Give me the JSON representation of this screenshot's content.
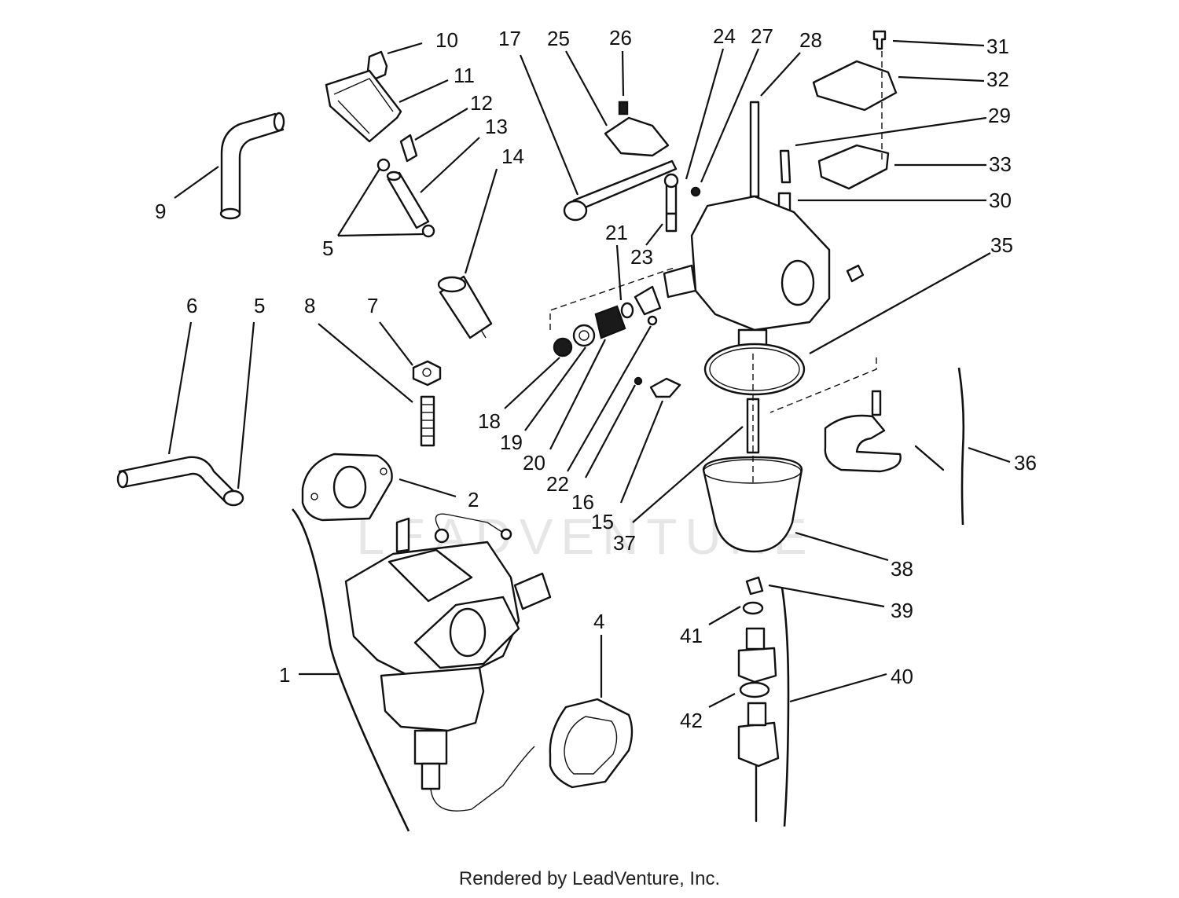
{
  "watermark": "LEADVENTURE",
  "footer": "Rendered by LeadVenture, Inc.",
  "callouts": {
    "c1": "1",
    "c2": "2",
    "c4": "4",
    "c5a": "5",
    "c5b": "5",
    "c6": "6",
    "c7": "7",
    "c8": "8",
    "c9": "9",
    "c10": "10",
    "c11": "11",
    "c12": "12",
    "c13": "13",
    "c14": "14",
    "c15": "15",
    "c16": "16",
    "c17": "17",
    "c18": "18",
    "c19": "19",
    "c20": "20",
    "c21": "21",
    "c22": "22",
    "c23": "23",
    "c24": "24",
    "c25": "25",
    "c26": "26",
    "c27": "27",
    "c28": "28",
    "c29": "29",
    "c30": "30",
    "c31": "31",
    "c32": "32",
    "c33": "33",
    "c35": "35",
    "c36": "36",
    "c37": "37",
    "c38": "38",
    "c39": "39",
    "c40": "40",
    "c41": "41",
    "c42": "42"
  }
}
